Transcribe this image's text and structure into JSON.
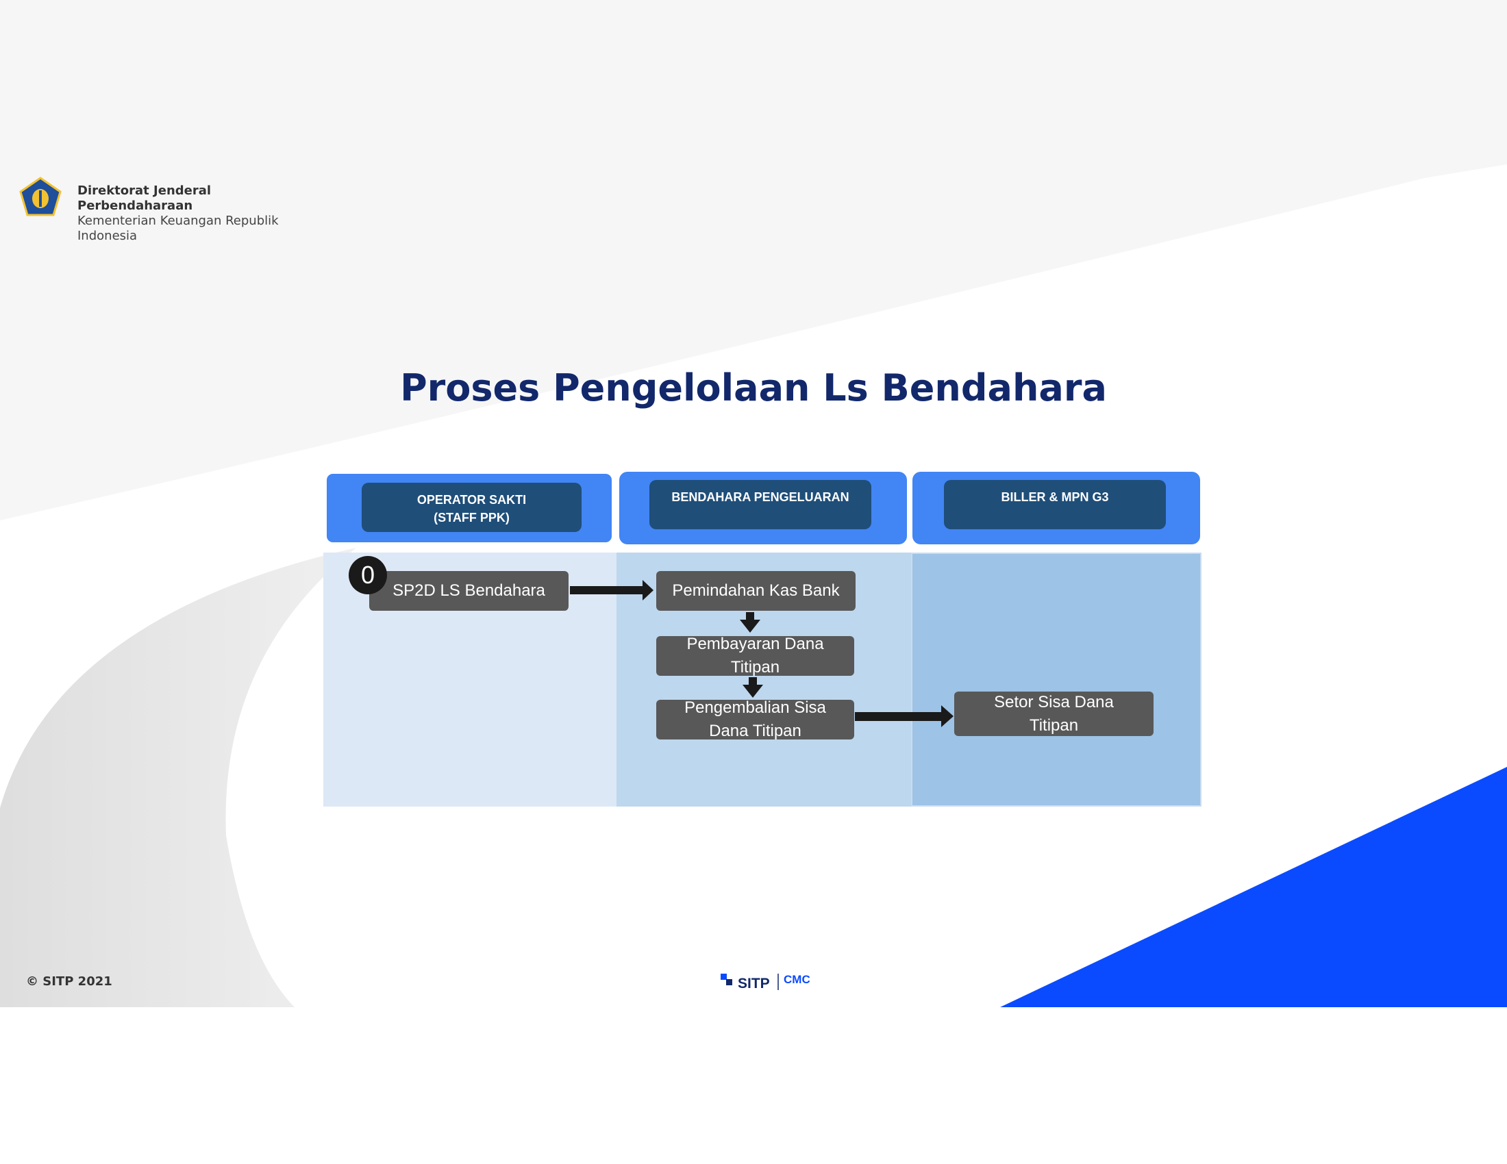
{
  "header": {
    "org_line1": "Direktorat Jenderal",
    "org_line2": "Perbendaharaan",
    "org_line3": "Kementerian Keuangan Republik",
    "org_line4": "Indonesia"
  },
  "title": "Proses Pengelolaan Ls Bendahara",
  "lanes": [
    {
      "label_line1": "OPERATOR SAKTI",
      "label_line2": "(STAFF PPK)"
    },
    {
      "label_line1": "BENDAHARA PENGELUARAN",
      "label_line2": ""
    },
    {
      "label_line1": "BILLER & MPN G3",
      "label_line2": ""
    }
  ],
  "steps": {
    "badge": "0",
    "sp2d": "SP2D LS Bendahara",
    "pemindahan": "Pemindahan Kas Bank",
    "pembayaran_line1": "Pembayaran Dana",
    "pembayaran_line2": "Titipan",
    "pengembalian_line1": "Pengembalian Sisa",
    "pengembalian_line2": "Dana Titipan",
    "setor_line1": "Setor Sisa Dana",
    "setor_line2": "Titipan"
  },
  "footer": {
    "copyright": "© SITP 2021",
    "logo_text": "SITP",
    "logo_text2": "CMC"
  },
  "colors": {
    "title": "#12286b",
    "lane_header": "#4285f4",
    "lane_pill": "#1f4e79",
    "lane1_bg": "#dde8f6",
    "lane2_bg": "#bdd7ee",
    "lane3_bg": "#9dc3e6",
    "step_box": "#585858",
    "accent_blue": "#0a4bff"
  }
}
